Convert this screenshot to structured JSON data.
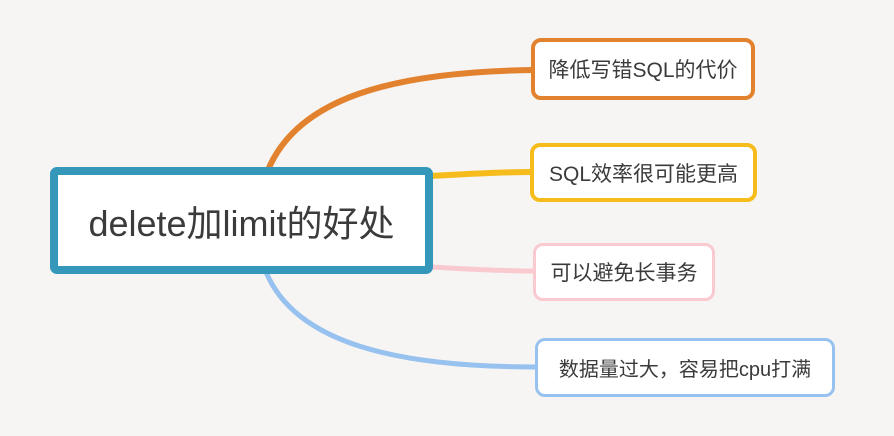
{
  "colors": {
    "background": "#f6f5f3",
    "text": "#3b3b3b",
    "node-fill": "#ffffff",
    "root-border": "#3598ba",
    "branch1": "#e2812e",
    "branch2": "#f5bc1c",
    "branch3": "#f9cad0",
    "branch4": "#97c1ee"
  },
  "root": {
    "label": "delete加limit的好处"
  },
  "branches": [
    {
      "label": "降低写错SQL的代价",
      "color": "#e2812e"
    },
    {
      "label": "SQL效率很可能更高",
      "color": "#f5bc1c"
    },
    {
      "label": "可以避免长事务",
      "color": "#f9cad0"
    },
    {
      "label": "数据量过大，容易把cpu打满",
      "color": "#97c1ee"
    }
  ]
}
